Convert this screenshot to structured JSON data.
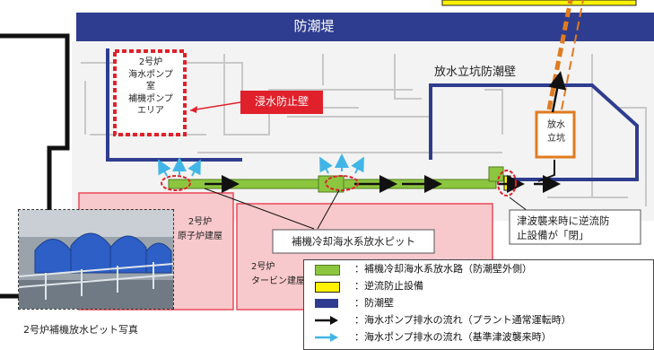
{
  "seawall_label": "防潮堤",
  "pump_room_label": "2号炉\n海水ポンプ\n室\n補機ポンプ\nエリア",
  "flood_barrier_label": "浸水防止壁",
  "outfall_shaft_wall_label": "放水立坑防潮壁",
  "outfall_shaft_label": "放水\n立坑",
  "reactor_building_label": "2号炉\n原子炉建屋",
  "turbine_building_label": "2号炉\nタービン建屋",
  "discharge_pit_label": "補機冷却海水系放水ピット",
  "tsunami_callout_label": "津波襲来時に逆流防\n止設備が「閉」",
  "photo_caption": "2号炉補機放水ピット写真",
  "legend": [
    {
      "symbol": "green-box",
      "color": "#8cc63f",
      "text": "：補機冷却海水系放水路（防潮壁外側）"
    },
    {
      "symbol": "yellow-box",
      "color": "#fff200",
      "text": "：逆流防止設備"
    },
    {
      "symbol": "blue-box",
      "color": "#2e3d8f",
      "text": "：防潮壁"
    },
    {
      "symbol": "black-arrow",
      "color": "#111111",
      "text": "：海水ポンプ排水の流れ（プラント通常運転時）"
    },
    {
      "symbol": "cyan-arrow",
      "color": "#41b6e6",
      "text": "：海水ポンプ排水の流れ（基準津波襲来時）"
    }
  ]
}
